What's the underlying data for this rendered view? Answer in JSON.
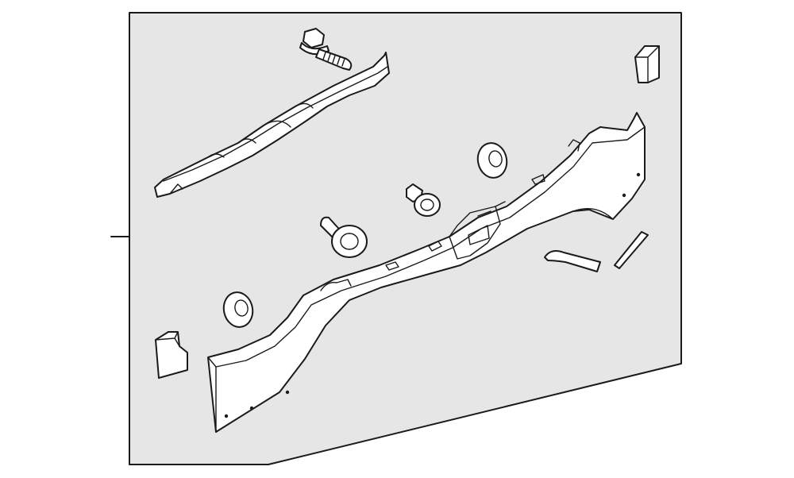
{
  "diagram": {
    "labels": [],
    "colors": {
      "background": "#ffffff",
      "panel": "#e6e6e6",
      "line": "#1a1a1a",
      "part_fill": "#ffffff"
    },
    "parts": [
      "flange-bolt",
      "reinforcement-bracket",
      "energy-absorber-block",
      "bumper-cover",
      "retainer-washer-upper",
      "retainer-washer-lower",
      "push-pin-clip",
      "retainer-grommet",
      "guide-strip",
      "deflector-strip",
      "side-filler-block"
    ]
  }
}
